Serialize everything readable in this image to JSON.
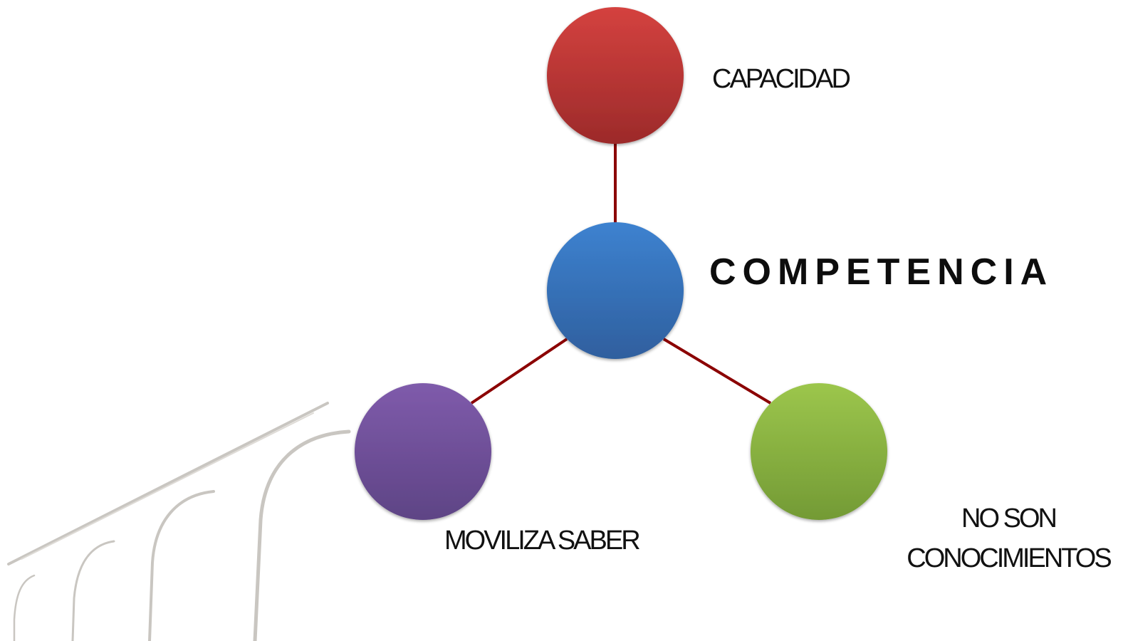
{
  "diagram": {
    "center": {
      "label": "COMPETENCIA",
      "color": "#3a78c3"
    },
    "nodes": [
      {
        "id": "capacidad",
        "label": "CAPACIDAD",
        "color": "#c0393a"
      },
      {
        "id": "moviliza",
        "label": "MOVILIZA SABER",
        "color": "#7455a0"
      },
      {
        "id": "conocimientos",
        "label_lines": [
          "NO SON",
          "CONOCIMIENTOS"
        ],
        "color": "#8db843"
      }
    ],
    "connector_color": "#8b0000",
    "background_decoration": "aqueduct-arches-watermark"
  }
}
